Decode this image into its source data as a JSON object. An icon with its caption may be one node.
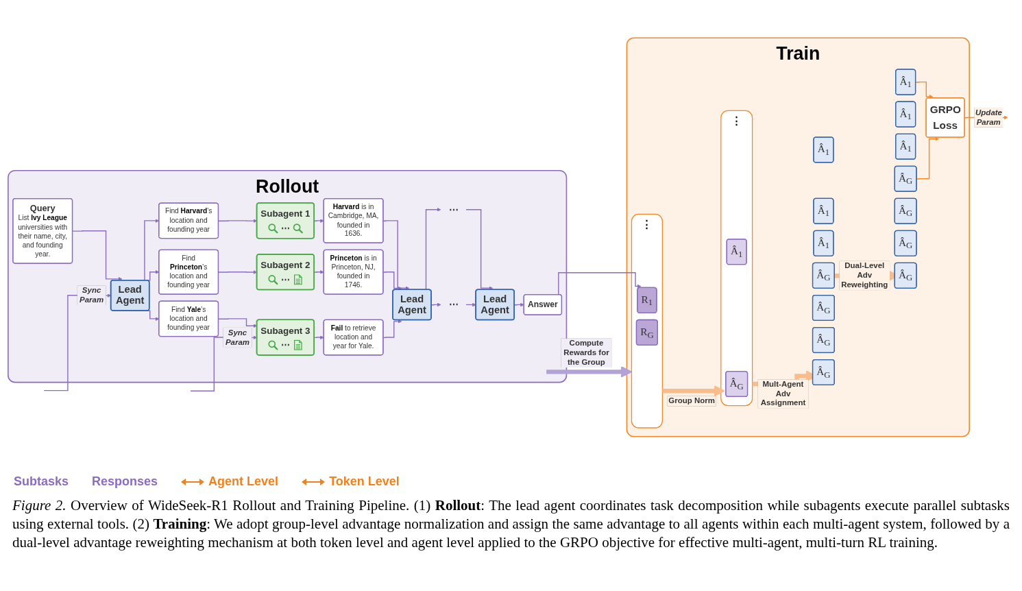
{
  "diagram": {
    "caption": "*Figure 2.* Overview of WideSeek-R1 Rollout and Training Pipeline. (1) **Rollout**: The lead agent coordinates task decomposition while subagents execute parallel subtasks using external tools. (2) **Training**: We adopt group-level advantage normalization and assign the same advantage to all agents within each multi-agent system, followed by a dual-level advantage reweighting mechanism at both token level and agent level applied to the GRPO objective for effective multi-agent, multi-turn RL training.",
    "nodes": [
      {
        "text": [
          "Rollout"
        ]
      },
      {
        "text": [
          "Query",
          "List **Ivy League** universities with their name, city, and founding year."
        ],
        "in": 0
      },
      {
        "text": [
          "Lead Agent"
        ],
        "in": 0
      },
      {
        "text": [
          "Find **Harvard**’s location and founding year"
        ],
        "in": 0
      },
      {
        "text": [
          "Subagent 1",
          "⋯"
        ],
        "in": 0
      },
      {
        "text": [
          "**Harvard** is in Cambridge, MA, founded in 1636."
        ],
        "in": 0
      },
      {
        "text": [
          "Find **Princeton**’s location and founding year"
        ],
        "in": 0
      },
      {
        "text": [
          "Subagent 2",
          "⋯"
        ],
        "in": 0
      },
      {
        "text": [
          "**Princeton** is in Princeton, NJ, founded in 1746."
        ],
        "in": 0
      },
      {
        "text": [
          "Find **Yale**’s location and founding year"
        ],
        "in": 0
      },
      {
        "text": [
          "Subagent 3",
          "⋯"
        ],
        "in": 0
      },
      {
        "text": [
          "**Fail** to retrieve location and year for Yale."
        ],
        "in": 0
      },
      {
        "text": [
          "Lead Agent"
        ],
        "in": 0
      },
      {
        "text": [
          "⋯"
        ],
        "in": 0
      },
      {
        "text": [
          "⋯"
        ],
        "in": 0
      },
      {
        "text": [
          "Lead Agent"
        ],
        "in": 0
      },
      {
        "text": [
          "Answer"
        ],
        "in": 0
      },
      {
        "text": [
          "Train"
        ]
      },
      {
        "text": [
          "GRPO Loss"
        ],
        "in": 17
      },
      {
        "text": [
          "Â$_{1}$"
        ],
        "in": 17
      },
      {
        "text": [
          "Â$_{1}$"
        ],
        "in": 17
      },
      {
        "text": [
          "Â$_{1}$"
        ],
        "in": 17
      },
      {
        "text": [
          "Â$_{G}$"
        ],
        "in": 17
      },
      {
        "text": [
          "Â$_{G}$"
        ],
        "in": 17
      },
      {
        "text": [
          "Â$_{G}$"
        ],
        "in": 17
      },
      {
        "text": [
          "Â$_{G}$"
        ],
        "in": 17
      },
      {
        "text": [
          "Â$_{1}$"
        ],
        "in": 17
      },
      {
        "text": [
          "Â$_{1}$"
        ],
        "in": 17
      },
      {
        "text": [
          "Â$_{1}$"
        ],
        "in": 17
      },
      {
        "text": [
          "Â$_{G}$"
        ],
        "in": 17
      },
      {
        "text": [
          "Â$_{G}$"
        ],
        "in": 17
      },
      {
        "text": [
          "Â$_{G}$"
        ],
        "in": 17
      },
      {
        "text": [
          "Â$_{G}$"
        ],
        "in": 17
      },
      {
        "text": [
          "⋮"
        ],
        "in": 17
      },
      {
        "text": [
          "Â$_{1}$"
        ],
        "in": 33
      },
      {
        "text": [
          "Â$_{G}$"
        ],
        "in": 33
      },
      {
        "text": [
          "⋮"
        ],
        "in": 17
      },
      {
        "text": [
          "R$_{1}$"
        ],
        "in": 36
      },
      {
        "text": [
          "R$_{G}$"
        ],
        "in": 36
      }
    ],
    "edges": [
      {
        "from": 1,
        "to": 2,
        "arrow": "to"
      },
      {
        "from": 2,
        "to": 3,
        "arrow": "to"
      },
      {
        "from": 2,
        "to": 6,
        "arrow": "to"
      },
      {
        "from": 2,
        "to": 9,
        "arrow": "to"
      },
      {
        "from": 3,
        "to": 4,
        "arrow": "to"
      },
      {
        "from": 6,
        "to": 7,
        "arrow": "to"
      },
      {
        "from": 9,
        "to": 10,
        "arrow": "to"
      },
      {
        "from": 4,
        "to": 5,
        "arrow": "to"
      },
      {
        "from": 7,
        "to": 8,
        "arrow": "to"
      },
      {
        "from": 10,
        "to": 11,
        "arrow": "to"
      },
      {
        "from": 5,
        "to": 12,
        "arrow": "to"
      },
      {
        "from": 8,
        "to": 12,
        "arrow": "to"
      },
      {
        "from": 11,
        "to": 12,
        "arrow": "to"
      },
      {
        "from": 12,
        "to": 13,
        "arrow": "to"
      },
      {
        "from": 12,
        "to": 14,
        "arrow": "to"
      },
      {
        "from": 13,
        "to": 15,
        "arrow": "to"
      },
      {
        "from": 14,
        "to": 15,
        "arrow": "to"
      },
      {
        "from": 15,
        "to": 16,
        "arrow": "to"
      },
      {
        "from": null,
        "to": 2,
        "arrow": "to",
        "label": "Sync Param"
      },
      {
        "from": null,
        "to": 10,
        "arrow": "to",
        "label": "Sync Param"
      },
      {
        "from": 16,
        "to": 37,
        "arrow": "to"
      },
      {
        "from": 0,
        "to": 36,
        "arrow": "to",
        "label": "Compute Rewards for the Group",
        "style": "thick",
        "color": "#b3a2d6"
      },
      {
        "from": 36,
        "to": 33,
        "arrow": "to",
        "label": "Group Norm",
        "style": "thick",
        "color": "#f9bd8c"
      },
      {
        "from": 33,
        "to": 32,
        "arrow": "to",
        "label": "Mult-Agent Adv Assignment",
        "style": "thick",
        "color": "#f9bd8c"
      },
      {
        "from": 29,
        "to": 25,
        "arrow": "to",
        "label": "Dual-Level Adv Reweighting",
        "style": "thick",
        "color": "#f9bd8c"
      },
      {
        "from": 19,
        "to": 18,
        "arrow": "to",
        "color": "#f5892a"
      },
      {
        "from": 22,
        "to": 18,
        "arrow": "to",
        "color": "#f5892a"
      },
      {
        "from": 18,
        "to": null,
        "arrow": "to",
        "label": "Update Param",
        "color": "#f5892a"
      }
    ],
    "labels": [
      "Subtasks",
      "Responses",
      "Agent Level",
      "Token Level"
    ]
  }
}
